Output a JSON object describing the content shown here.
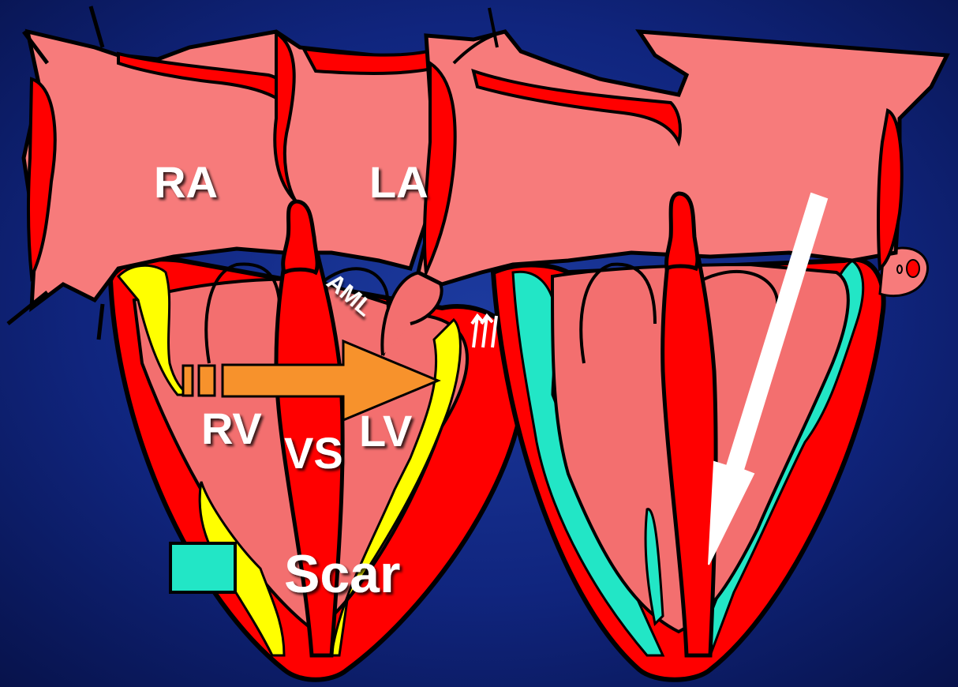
{
  "labels": {
    "ra": "RA",
    "la": "LA",
    "rv": "RV",
    "vs": "VS",
    "lv": "LV",
    "aml": "AML"
  },
  "legend": {
    "label": "Scar"
  },
  "colors": {
    "background": "#0b1b6a",
    "atrium_fill": "#f77b7b",
    "myocardium": "#ff0000",
    "ventricle_cavity": "#f26f6f",
    "scar": "#22e6c6",
    "trabeculation": "#ffff00",
    "flow_arrow": "#f7922c",
    "jet_arrow": "#ffffff",
    "outline": "#000000"
  }
}
